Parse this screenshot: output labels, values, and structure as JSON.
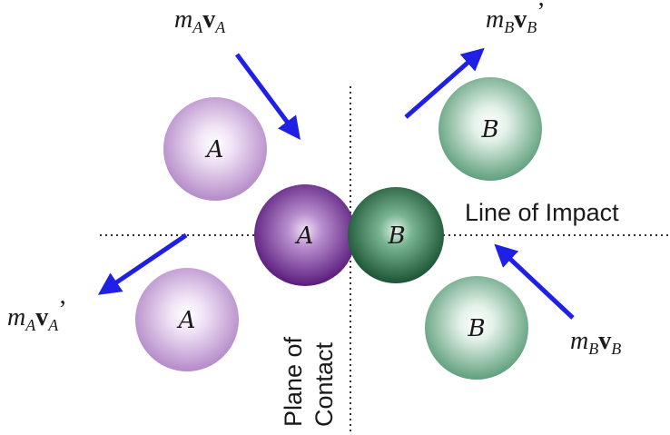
{
  "balls": {
    "a_label": "A",
    "b_label": "B"
  },
  "momentum": {
    "m": "m",
    "v": "v",
    "sub_a": "A",
    "sub_b": "B",
    "prime": "’"
  },
  "captions": {
    "line_of_impact": "Line of Impact",
    "plane_line1": "Plane of",
    "plane_line2": "Contact"
  },
  "colors": {
    "arrow": "#1f1fe6",
    "purple_light": "#f3e6f7",
    "purple_mid": "#b688cc",
    "purple_dark": "#5e1f80",
    "green_light": "#e8f3ec",
    "green_mid": "#6aa886",
    "green_dark": "#1f5a38"
  }
}
